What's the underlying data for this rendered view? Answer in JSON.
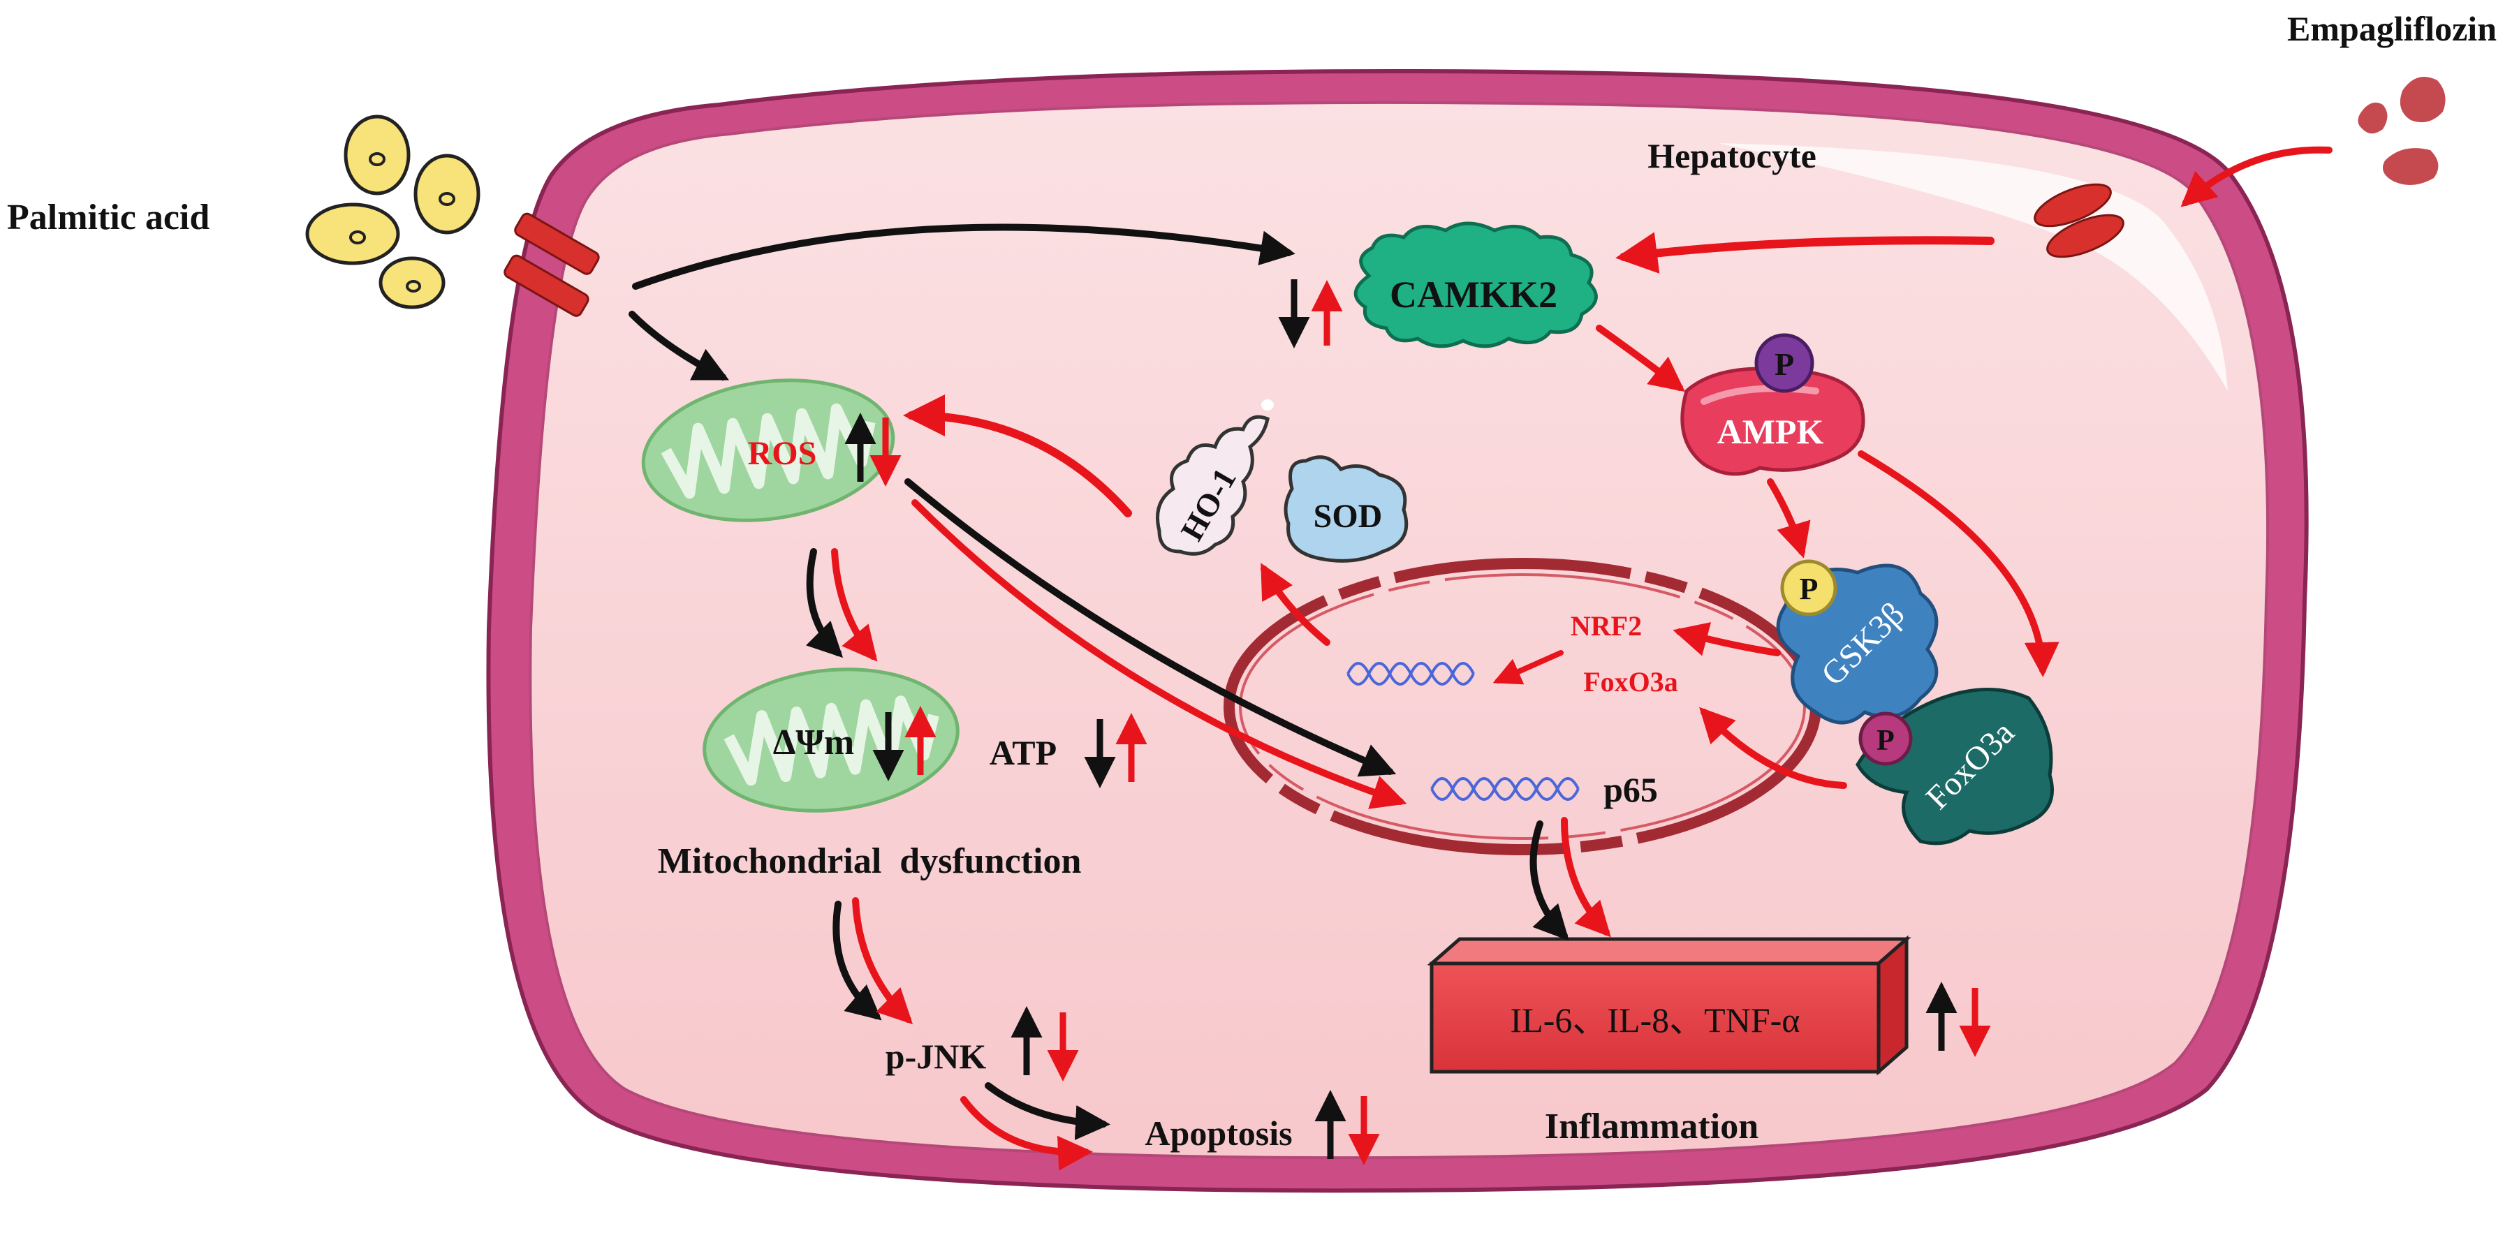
{
  "labels": {
    "empagliflozin": "Empagliflozin",
    "hepatocyte": "Hepatocyte",
    "palmitic_acid": "Palmitic acid",
    "camkk2": "CAMKK2",
    "ampk": "AMPK",
    "gsk3b": "GSK3β",
    "foxo3a_protein": "FoxO3a",
    "phospho": "P",
    "ho1": "HO-1",
    "sod": "SOD",
    "ros": "ROS",
    "delta_psi": "ΔΨm",
    "atp": "ATP",
    "mito_dysfunction": "Mitochondrial  dysfunction",
    "nrf2": "NRF2",
    "foxo3a_gene": "FoxO3a",
    "p65": "p65",
    "pjnk": "p-JNK",
    "apoptosis": "Apoptosis",
    "cytokines": "IL-6、IL-8、TNF-α",
    "inflammation": "Inflammation"
  },
  "colors": {
    "membrane": "#cc4d86",
    "cytoplasm": "#f9d0d3",
    "mitochondria": "#9fd59f",
    "camkk2": "#1fb183",
    "ampk": "#e83d5d",
    "gsk3b": "#3f82c0",
    "foxo3a": "#1d6b66",
    "phospho_purple": "#7b3a9c",
    "phospho_yellow": "#f5e06e",
    "inflammation_box": "#e8444a",
    "increase_arrow": "#111111",
    "decrease_arrow": "#e8141b"
  }
}
